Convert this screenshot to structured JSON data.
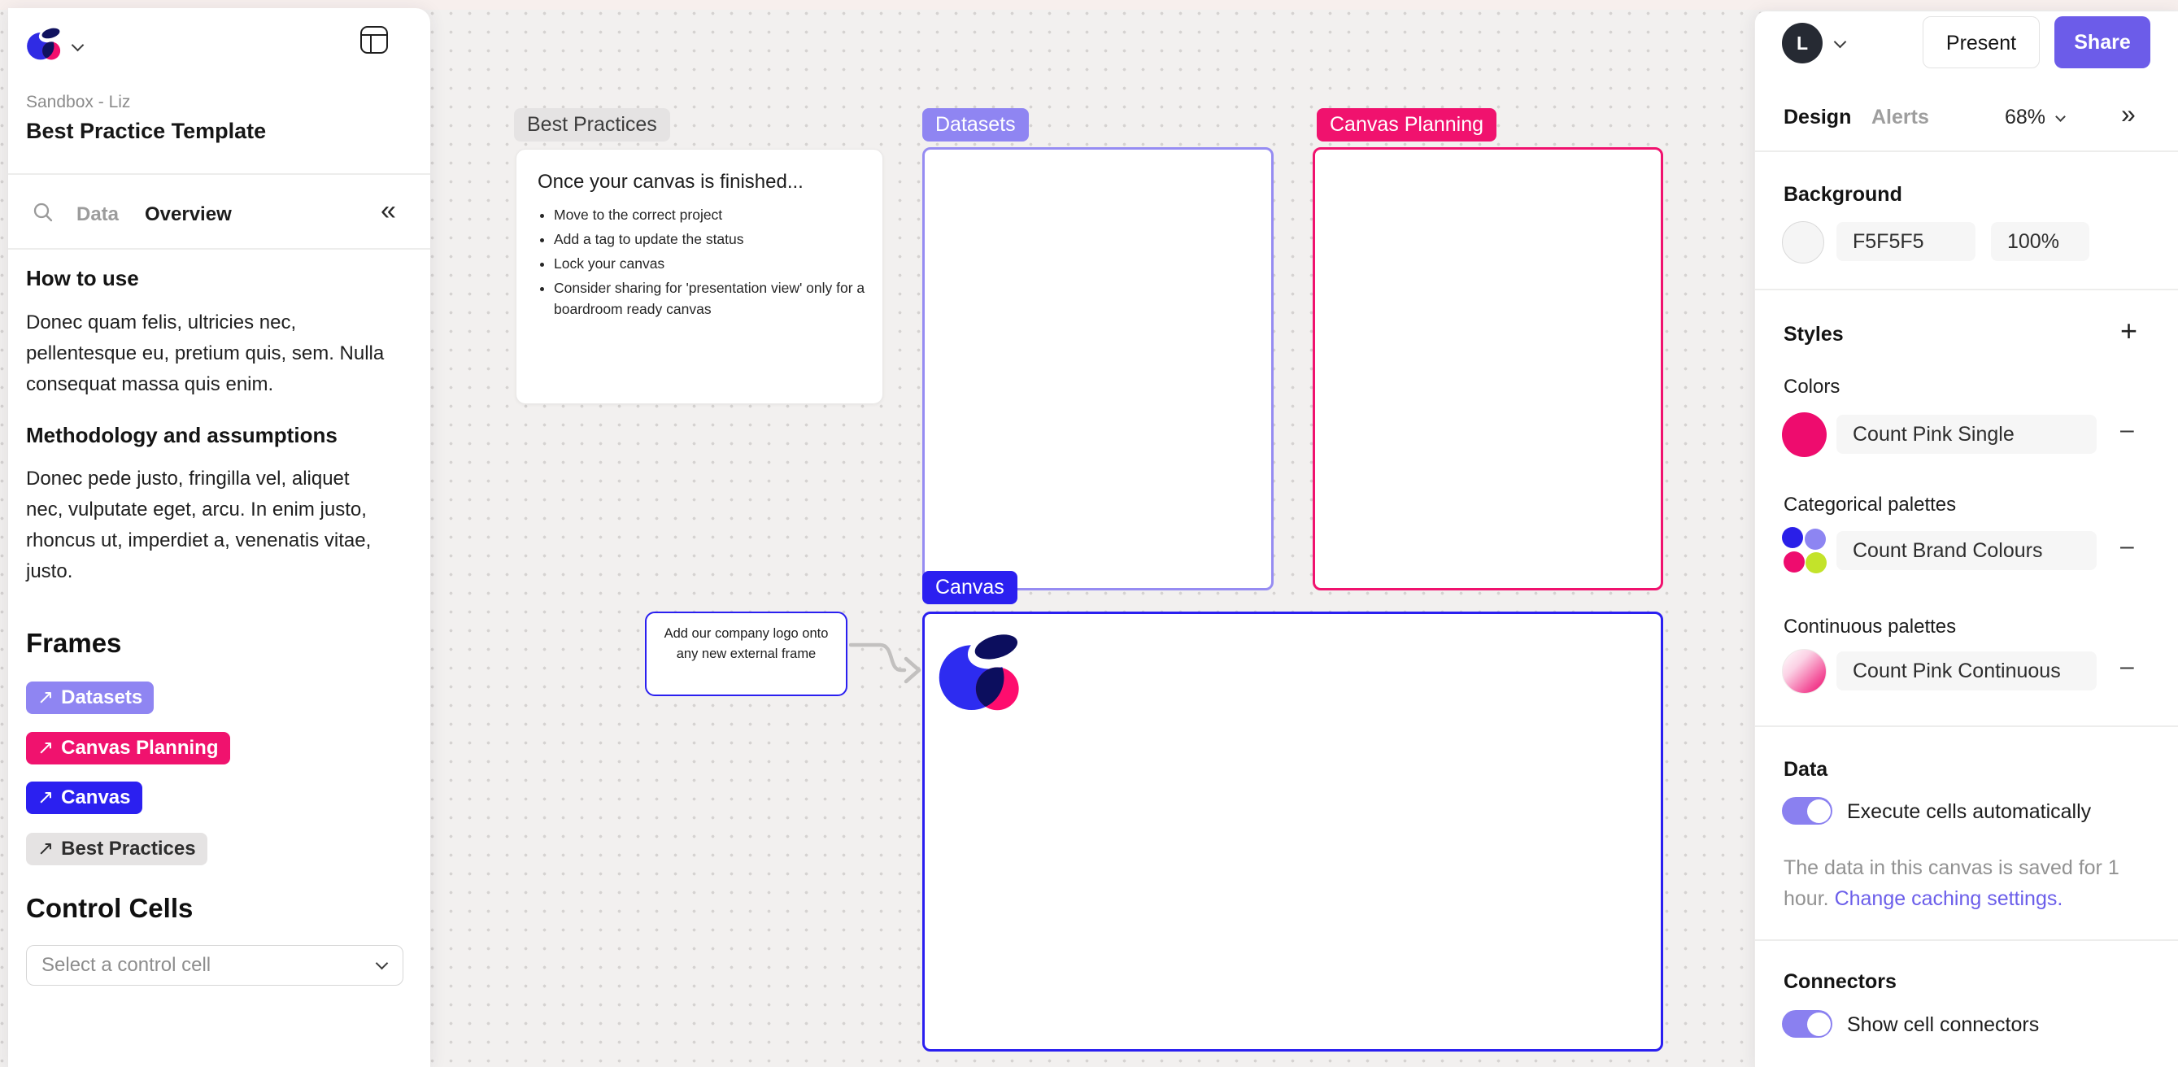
{
  "colors": {
    "accent_purple": "#6C5CE9",
    "brand_pink": "#EE0C6E",
    "brand_blue": "#2A1FF0",
    "brand_lavender": "#8F85F2",
    "brand_lime": "#C3E32A",
    "brand_navy": "#101266",
    "canvas_background": "#F2F0EF"
  },
  "icons": {
    "external_arrow": "↗",
    "collapse_left": "«",
    "collapse_right": "»",
    "plus": "+",
    "minus": "–"
  },
  "sidebar": {
    "workspace": "Sandbox - Liz",
    "title": "Best Practice Template",
    "tabs": {
      "data": "Data",
      "overview": "Overview"
    },
    "how_to_use": {
      "heading": "How to use",
      "body": "Donec quam felis, ultricies nec, pellentesque eu, pretium quis, sem. Nulla consequat massa quis enim."
    },
    "methodology": {
      "heading": "Methodology and assumptions",
      "body": "Donec pede justo, fringilla vel, aliquet nec, vulputate eget, arcu. In enim justo, rhoncus ut, imperdiet a, venenatis vitae, justo."
    },
    "frames": {
      "heading": "Frames",
      "items": [
        {
          "label": "Datasets",
          "color": "#8F85F2"
        },
        {
          "label": "Canvas Planning",
          "color": "#F0126E"
        },
        {
          "label": "Canvas",
          "color": "#2B20F0"
        },
        {
          "label": "Best Practices",
          "color": "#E5E3E3"
        }
      ]
    },
    "control_cells": {
      "heading": "Control Cells",
      "placeholder": "Select a control cell"
    }
  },
  "canvas": {
    "best_practices": {
      "label": "Best Practices",
      "card": {
        "heading": "Once your canvas is finished...",
        "bullets": [
          "Move to the correct project",
          "Add a tag to update the status",
          "Lock your canvas",
          "Consider sharing for 'presentation view' only for a boardroom ready canvas"
        ]
      }
    },
    "datasets": {
      "label": "Datasets"
    },
    "canvas_planning": {
      "label": "Canvas Planning"
    },
    "canvas_frame": {
      "label": "Canvas"
    },
    "note": {
      "text": "Add our company logo onto any new external frame"
    }
  },
  "right_panel": {
    "avatar_initial": "L",
    "present_label": "Present",
    "share_label": "Share",
    "tabs": {
      "design": "Design",
      "alerts": "Alerts"
    },
    "zoom_level": "68%",
    "background": {
      "heading": "Background",
      "hex_value": "F5F5F5",
      "opacity_value": "100%"
    },
    "styles": {
      "heading": "Styles",
      "colors_label": "Colors",
      "single_color_name": "Count Pink Single",
      "categorical_label": "Categorical palettes",
      "categorical_name": "Count Brand Colours",
      "continuous_label": "Continuous palettes",
      "continuous_name": "Count Pink Continuous"
    },
    "data": {
      "heading": "Data",
      "toggle_label": "Execute cells automatically",
      "caption": "The data in this canvas is saved for 1 hour. ",
      "caption_link": "Change caching settings."
    },
    "connectors": {
      "heading": "Connectors",
      "toggle_label": "Show cell connectors"
    }
  }
}
